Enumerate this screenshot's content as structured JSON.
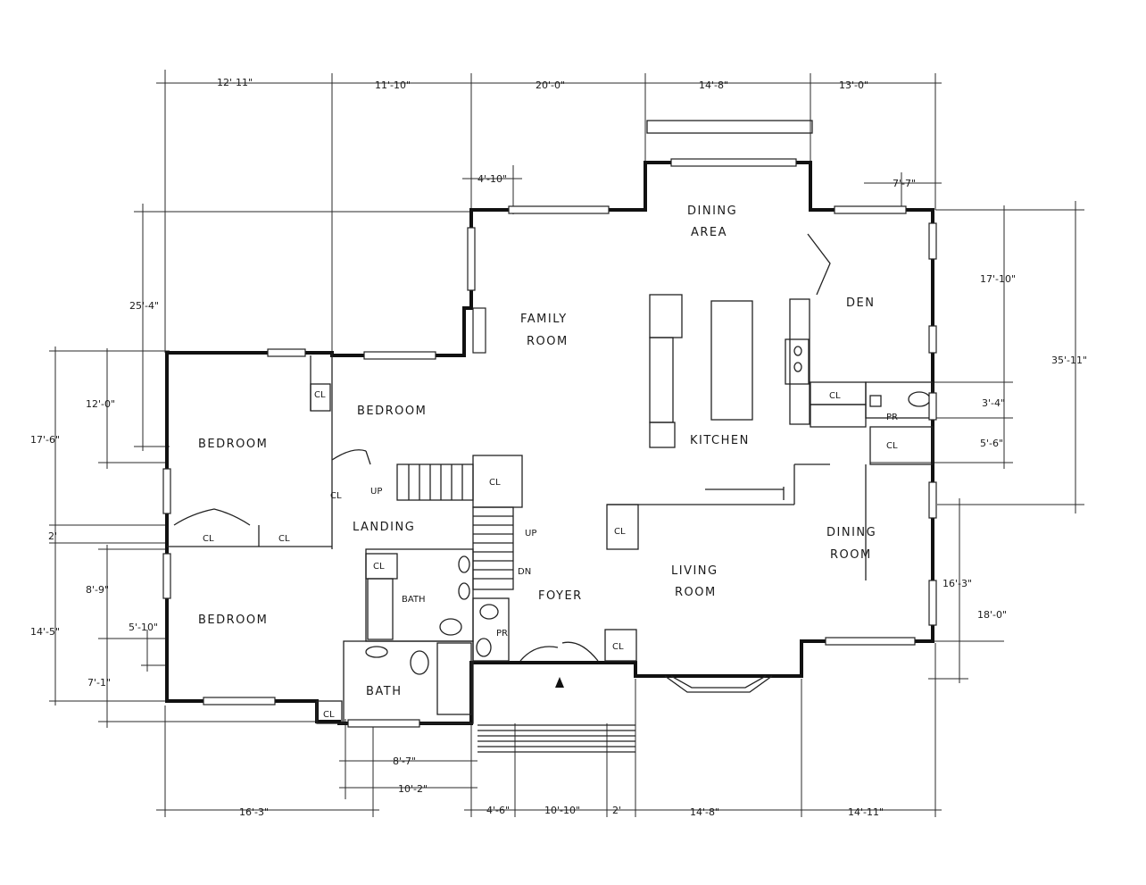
{
  "rooms": {
    "dining_area": [
      "DINING",
      "AREA"
    ],
    "family_room": [
      "FAMILY",
      "ROOM"
    ],
    "den": "DEN",
    "bedroom_upper": "BEDROOM",
    "bedroom_left": "BEDROOM",
    "bedroom_lower": "BEDROOM",
    "kitchen": "KITCHEN",
    "landing": "LANDING",
    "dining_room": [
      "DINING",
      "ROOM"
    ],
    "living_room": [
      "LIVING",
      "ROOM"
    ],
    "foyer": "FOYER",
    "bath_upper": "BATH",
    "bath_lower": "BATH",
    "pr_den": "PR",
    "pr_foyer": "PR",
    "cl_labels": [
      "CL",
      "CL",
      "CL",
      "CL",
      "CL",
      "CL",
      "CL",
      "CL",
      "CL",
      "CL",
      "CL"
    ],
    "up_labels": [
      "UP",
      "UP"
    ],
    "dn_label": "DN"
  },
  "dimensions": {
    "top": [
      "12'-11\"",
      "11'-10\"",
      "20'-0\"",
      "14'-8\"",
      "13'-0\""
    ],
    "top_sub": [
      "4'-10\"",
      "7'-7\""
    ],
    "left": [
      "25'-4\"",
      "12'-0\"",
      "17'-6\"",
      "2'",
      "8'-9\"",
      "5'-10\"",
      "14'-5\"",
      "7'-1\""
    ],
    "right": [
      "17'-10\"",
      "35'-11\"",
      "3'-4\"",
      "5'-6\"",
      "16'-3\"",
      "18'-0\""
    ],
    "bottom": [
      "8'-7\"",
      "10'-2\"",
      "16'-3\"",
      "4'-6\"",
      "10'-10\"",
      "2'",
      "14'-8\"",
      "14'-11\""
    ]
  }
}
